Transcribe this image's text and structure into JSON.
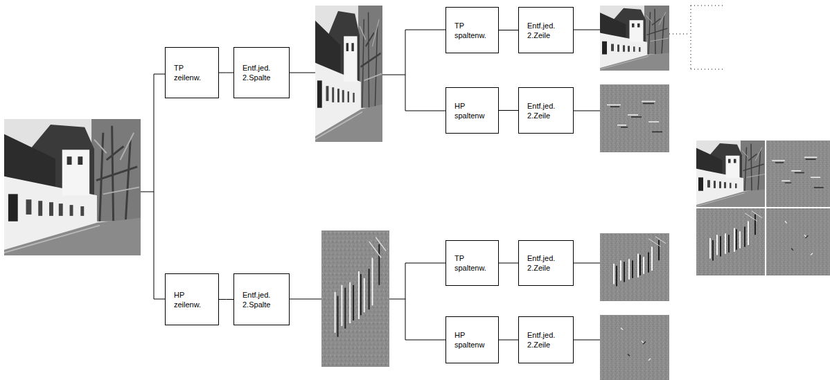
{
  "diagram": {
    "nodes": [
      {
        "text": [
          "TP zeilenw."
        ]
      },
      {
        "text": [
          "Entf.jed. 2.Spalte"
        ]
      },
      {
        "text": [
          "TP spaltenw."
        ]
      },
      {
        "text": [
          "Entf.jed. 2.Zeile"
        ]
      },
      {
        "text": [
          "HP spaltenw"
        ]
      },
      {
        "text": [
          "Entf.jed. 2.Zeile"
        ]
      },
      {
        "text": [
          "HP zeilenw."
        ]
      },
      {
        "text": [
          "Entf.jed. 2.Spalte"
        ]
      },
      {
        "text": [
          "TP spaltenw."
        ]
      },
      {
        "text": [
          "Entf.jed. 2.Zeile"
        ]
      },
      {
        "text": [
          "HP spaltenw"
        ]
      },
      {
        "text": [
          "Entf.jed. 2.Zeile"
        ]
      }
    ],
    "edges": [
      {
        "from": 0,
        "to": 1,
        "arrow": "none"
      },
      {
        "from": 2,
        "to": 3,
        "arrow": "none"
      },
      {
        "from": 4,
        "to": 5,
        "arrow": "none"
      },
      {
        "from": 6,
        "to": 7,
        "arrow": "none"
      },
      {
        "from": 8,
        "to": 9,
        "arrow": "none"
      },
      {
        "from": 10,
        "to": 11,
        "arrow": "none"
      }
    ]
  }
}
